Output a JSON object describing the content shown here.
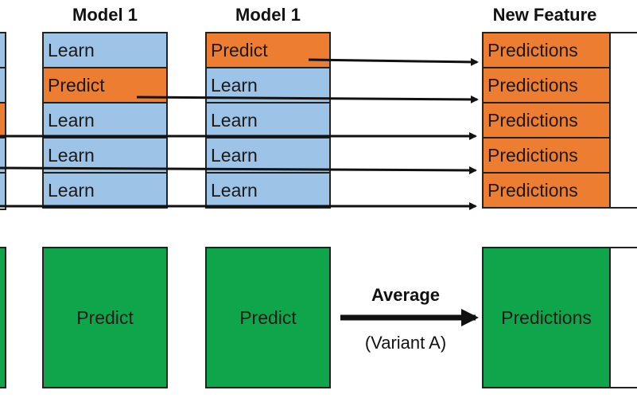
{
  "headers": {
    "model_a": "Model 1",
    "model_b": "Model 1",
    "new_feature": "New Feature"
  },
  "model_a_cells": [
    "Learn",
    "Predict",
    "Learn",
    "Learn",
    "Learn"
  ],
  "model_b_cells": [
    "Predict",
    "Learn",
    "Learn",
    "Learn",
    "Learn"
  ],
  "new_feature_cells": [
    "Predictions",
    "Predictions",
    "Predictions",
    "Predictions",
    "Predictions"
  ],
  "bottom": {
    "model_a_label": "Predict",
    "model_b_label": "Predict",
    "new_feature_label": "Predictions",
    "average_label": "Average",
    "variant_label": "(Variant A)"
  },
  "colors": {
    "learn": "#9dc3e6",
    "predict": "#ed7d31",
    "bottom_box": "#0fa54a"
  }
}
